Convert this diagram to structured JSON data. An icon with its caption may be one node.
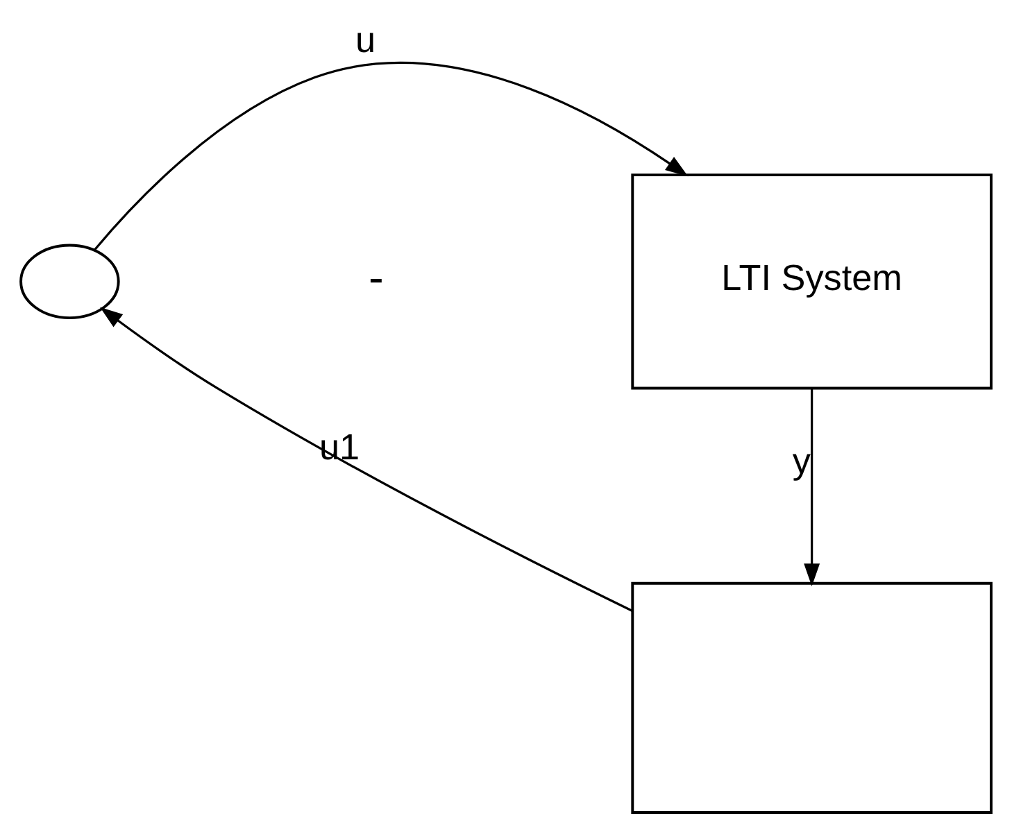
{
  "diagram": {
    "nodes": [
      {
        "text": [],
        "shape": "circle"
      },
      {
        "text": [
          "LTI System"
        ]
      },
      {
        "text": [],
        "shape": "box"
      }
    ],
    "edges": [
      {
        "from": 0,
        "to": 1,
        "arrow": "to",
        "label": "u"
      },
      {
        "from": 1,
        "to": 2,
        "arrow": "to",
        "label": "y"
      },
      {
        "from": 2,
        "to": 0,
        "arrow": "to",
        "label": "u1"
      }
    ],
    "labels": [
      "-"
    ]
  }
}
